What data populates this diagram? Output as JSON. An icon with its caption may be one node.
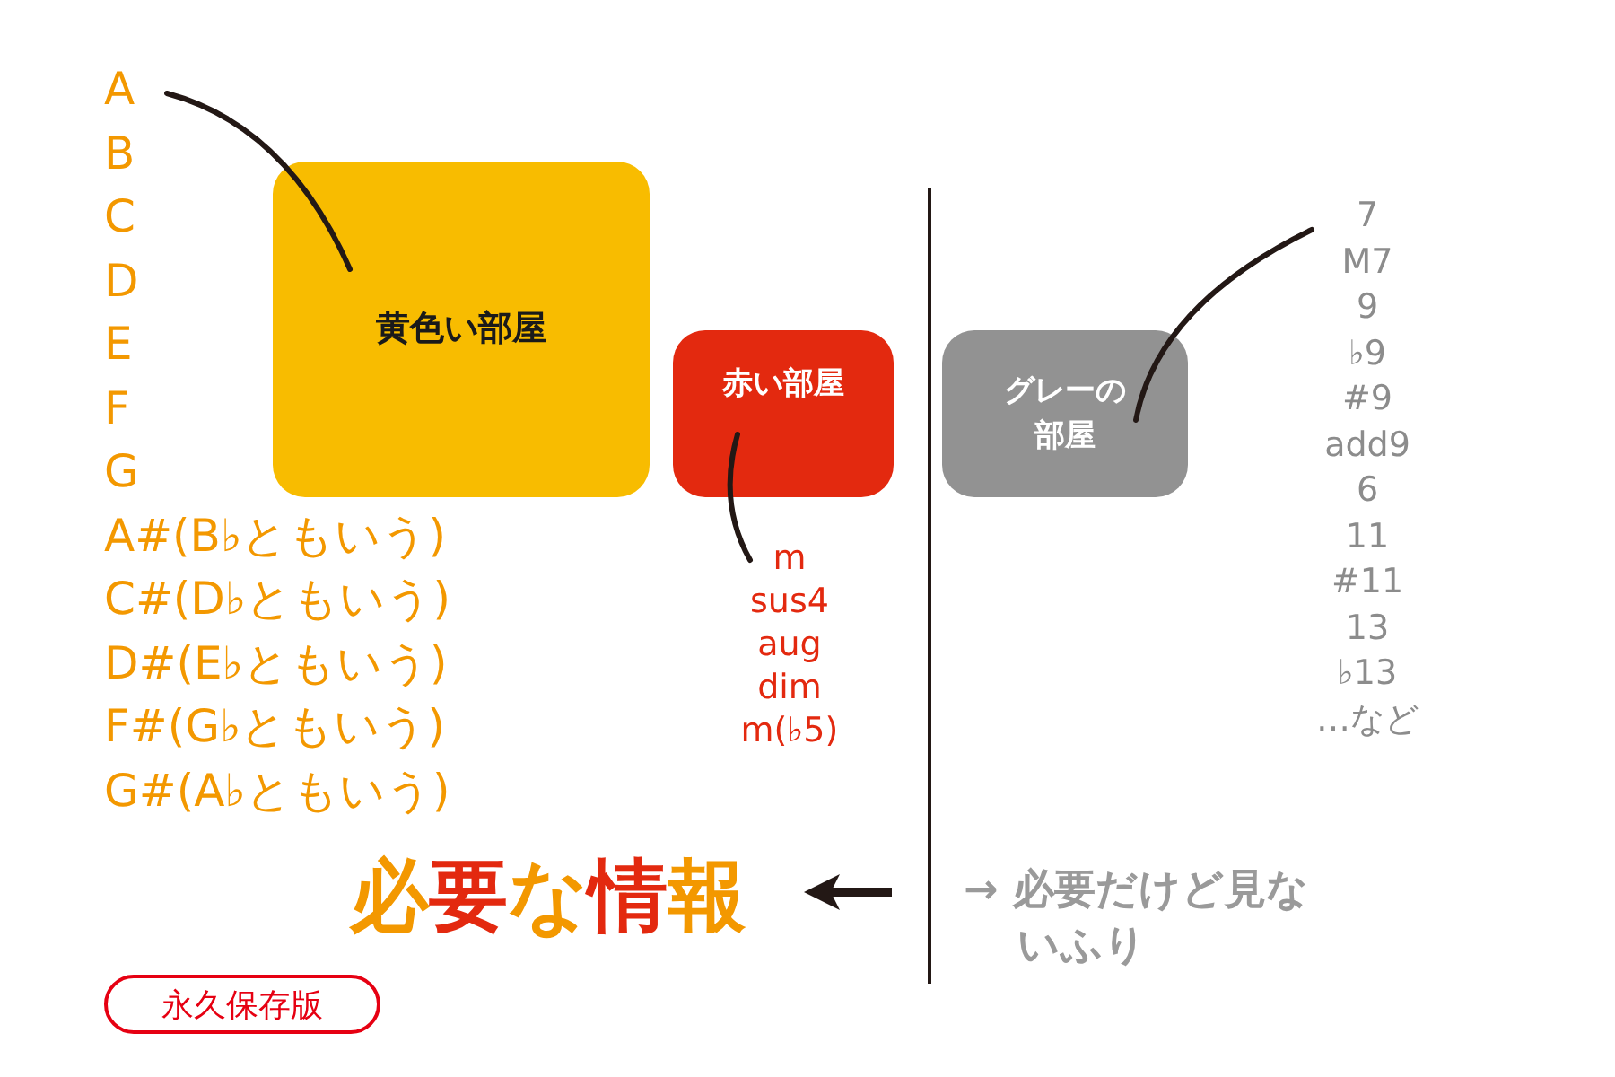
{
  "diagram": {
    "nodes": [
      {
        "text": [
          "黄色い部屋"
        ]
      },
      {
        "text": [
          "赤い部屋"
        ]
      },
      {
        "text": [
          "グレーの部屋"
        ]
      },
      {
        "text": [
          "A",
          "B",
          "C",
          "D",
          "E",
          "F",
          "G",
          "A#(B♭ともいう)",
          "C#(D♭ともいう)",
          "D#(E♭ともいう)",
          "F#(G♭ともいう)",
          "G#(A♭ともいう)"
        ]
      },
      {
        "text": [
          "m",
          "sus4",
          "aug",
          "dim",
          "m(♭5)"
        ]
      },
      {
        "text": [
          "7",
          "M7",
          "9",
          "♭9",
          "#9",
          "add9",
          "6",
          "11",
          "#11",
          "13",
          "♭13",
          "…など"
        ]
      },
      {
        "text": [
          "必要な情報"
        ]
      },
      {
        "text": [
          "永久保存版"
        ]
      }
    ],
    "edges": [
      {
        "from": 3,
        "to": 0,
        "arrow": "none"
      },
      {
        "from": 4,
        "to": 1,
        "arrow": "none"
      },
      {
        "from": 5,
        "to": 2,
        "arrow": "none"
      },
      {
        "from": null,
        "to": 6,
        "arrow": "to"
      }
    ],
    "labels": [
      "→ 必要だけど見ないふり"
    ]
  }
}
